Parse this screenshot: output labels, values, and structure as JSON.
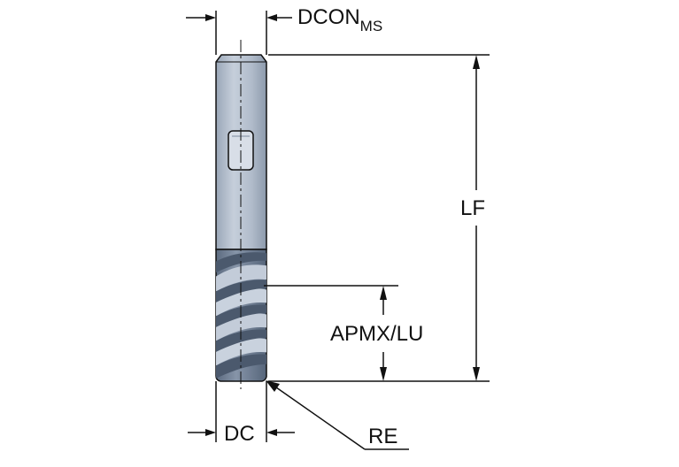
{
  "labels": {
    "dcon": "DCON",
    "dcon_sub": "MS",
    "lf": "LF",
    "apmx": "APMX/LU",
    "dc": "DC",
    "re": "RE"
  },
  "colors": {
    "shank": "#b8c3d1",
    "shank_shade": "#8a98ab",
    "flute_dark": "#56657a",
    "flute_mid": "#7b8aa0",
    "flute_light": "#c9d2de",
    "line": "#111111"
  }
}
